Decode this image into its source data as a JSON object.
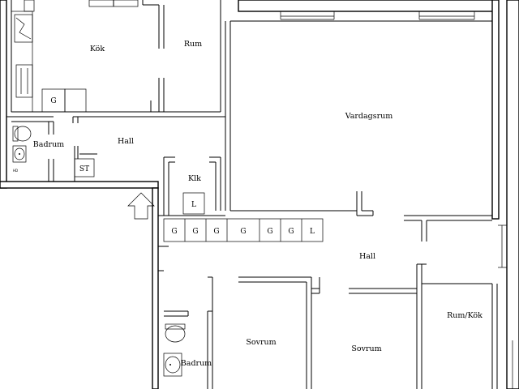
{
  "rooms": {
    "kok": "Kök",
    "rum_top": "Rum",
    "vardagsrum": "Vardagsrum",
    "badrum_top": "Badrum",
    "hall_top": "Hall",
    "klk": "Klk",
    "hall_mid": "Hall",
    "sovrum_left": "Sovrum",
    "sovrum_right": "Sovrum",
    "badrum_bottom": "Badrum",
    "rum_kok": "Rum/Kök"
  },
  "fixtures": {
    "kitchen_stove": "G",
    "storage_st": "ST",
    "klk_locker": "L",
    "closet_row": [
      "G",
      "G",
      "G",
      "G",
      "G",
      "G",
      "L"
    ],
    "sink_tag": "HD"
  },
  "icons": [
    "arrow-up-icon",
    "toilet-icon",
    "sink-icon",
    "stove-icon"
  ]
}
